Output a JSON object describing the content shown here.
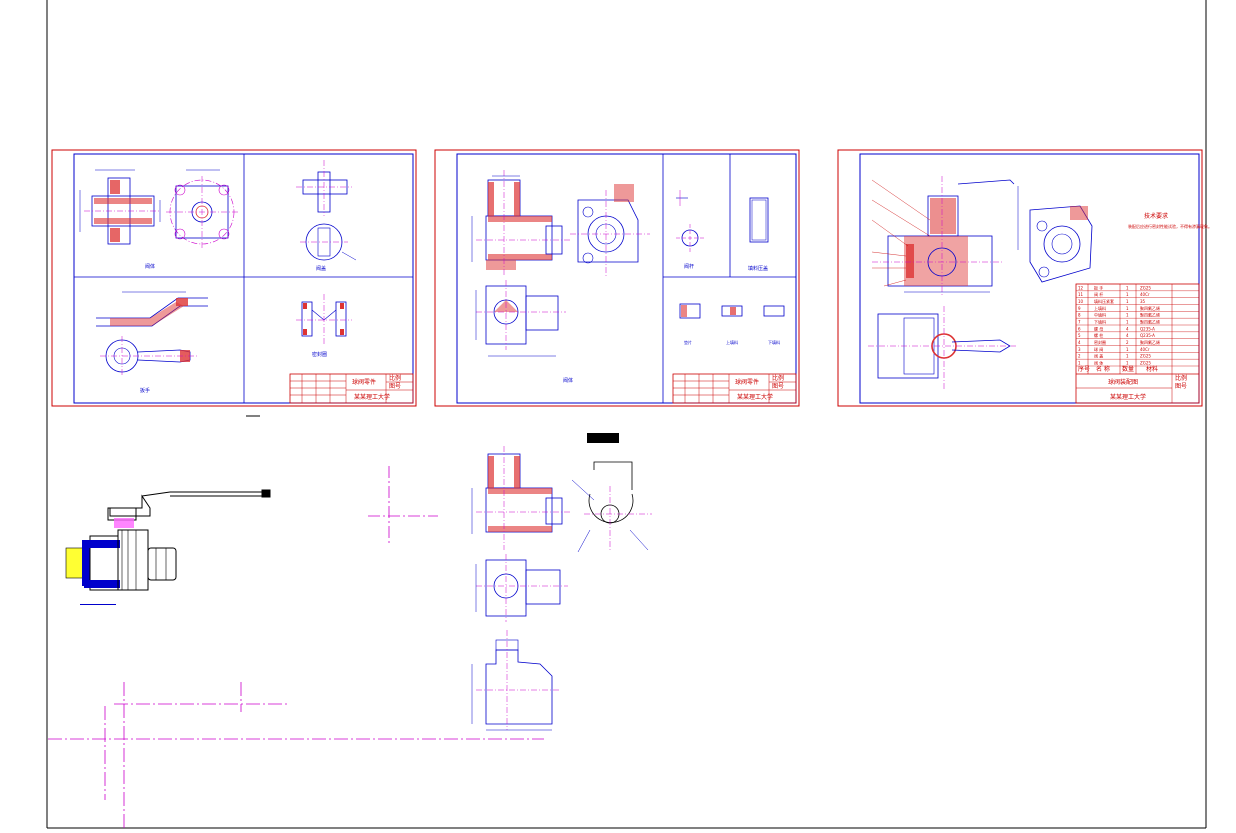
{
  "drawing": {
    "background": "#ffffff",
    "colors": {
      "frame": "#cc0000",
      "border": "#0000cc",
      "section_hatch": "#dd3333",
      "outline": "#0000cc",
      "centerline": "#cc00cc",
      "dimension": "#0000cc",
      "yellow_part": "#ffff33",
      "black_part": "#000000"
    },
    "sheets": [
      {
        "id": "sheet-1",
        "title_block": {
          "title": "球阀零件",
          "school": "某某理工大学",
          "labels": [
            "比例",
            "图号"
          ]
        },
        "view_labels": [
          "阀体",
          "阀盖",
          "扳手",
          "密封圈"
        ]
      },
      {
        "id": "sheet-2",
        "title_block": {
          "title": "球阀零件",
          "school": "某某理工大学",
          "labels": [
            "比例",
            "图号"
          ]
        },
        "view_labels": [
          "阀体",
          "阀杆",
          "填料压盖",
          "垫片",
          "上填料",
          "下填料"
        ]
      },
      {
        "id": "sheet-3",
        "title_block": {
          "title": "球阀装配图",
          "school": "某某理工大学",
          "labels": [
            "比例",
            "图号"
          ]
        },
        "tech_req": {
          "title": "技术要求",
          "text": "装配后应进行密封性能试验，不得有渗漏现象。"
        },
        "bom_rows": [
          [
            "12",
            "扳 手",
            "1",
            "ZG25"
          ],
          [
            "11",
            "阀 杆",
            "1",
            "40Cr"
          ],
          [
            "10",
            "填料压紧套",
            "1",
            "35"
          ],
          [
            "9",
            "上填料",
            "1",
            "聚四氟乙烯"
          ],
          [
            "8",
            "中填料",
            "1",
            "聚四氟乙烯"
          ],
          [
            "7",
            "下填料",
            "1",
            "聚四氟乙烯"
          ],
          [
            "6",
            "螺 母",
            "4",
            "Q235-A"
          ],
          [
            "5",
            "螺 柱",
            "4",
            "Q235-A"
          ],
          [
            "4",
            "密封圈",
            "2",
            "聚四氟乙烯"
          ],
          [
            "3",
            "球 阀",
            "1",
            "40Cr"
          ],
          [
            "2",
            "阀 盖",
            "1",
            "ZG25"
          ],
          [
            "1",
            "阀 体",
            "1",
            "ZG25"
          ]
        ],
        "bom_header": [
          "序号",
          "名 称",
          "数量",
          "材料"
        ]
      }
    ]
  }
}
